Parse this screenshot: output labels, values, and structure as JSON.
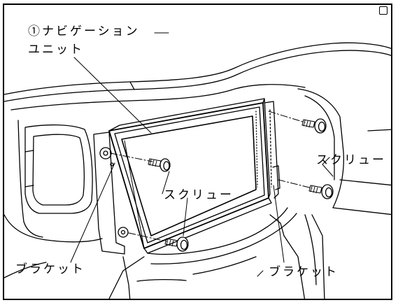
{
  "labels": {
    "nav_unit_line1": "①ナビゲーション",
    "nav_unit_line2": "ユニット",
    "screw_right": "スクリュー",
    "screw_center": "スクリュー",
    "bracket_left": "ブラケット",
    "bracket_right": "ブラケット"
  }
}
